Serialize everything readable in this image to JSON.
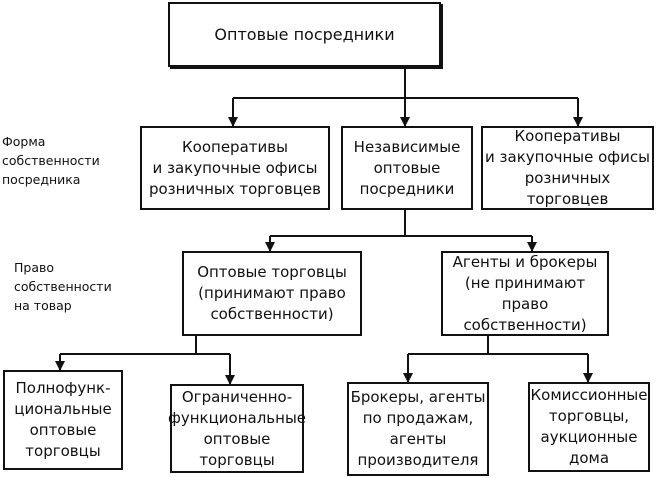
{
  "root": {
    "label": "Оптовые посредники"
  },
  "side_labels": {
    "ownership_form": "Форма\nсобственности\nпосредника",
    "ownership_right": "Право\nсобственности\nна товар"
  },
  "level1": [
    {
      "label": "Кооперативы\nи закупочные офисы\nрозничных торговцев"
    },
    {
      "label": "Независимые\nоптовые\nпосредники"
    },
    {
      "label": "Кооперативы\nи закупочные офисы\nрозничных торговцев"
    }
  ],
  "level2": [
    {
      "label": "Оптовые торговцы\n(принимают право\nсобственности)"
    },
    {
      "label": "Агенты и брокеры\n(не принимают право\nсобственности)"
    }
  ],
  "level3": [
    {
      "label": "Полнофунк-\nциональные\nоптовые\nторговцы"
    },
    {
      "label": "Ограниченно-\nфункциональные\nоптовые\nторговцы"
    },
    {
      "label": "Брокеры, агенты\nпо продажам,\nагенты\nпроизводителя"
    },
    {
      "label": "Комиссионные\nторговцы,\naукционные\nдома"
    }
  ]
}
